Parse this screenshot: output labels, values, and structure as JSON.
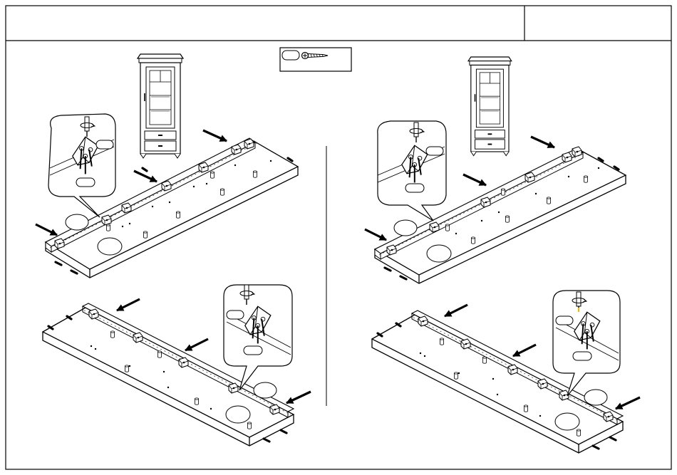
{
  "header": {
    "title": "",
    "step_number": ""
  },
  "part_callout": {
    "icon": "screw-icon",
    "quantity": ""
  },
  "steps": [
    {
      "name": "top-left",
      "balloon_label": "",
      "plank_labels": [
        "",
        ""
      ],
      "tool_icon": "screwdriver-icon"
    },
    {
      "name": "top-right",
      "balloon_label": "",
      "plank_labels": [
        "",
        ""
      ],
      "tool_icon": "screwdriver-icon"
    },
    {
      "name": "bottom-left",
      "balloon_label": "",
      "plank_labels": [
        "",
        ""
      ],
      "tool_icon": "screwdriver-icon"
    },
    {
      "name": "bottom-right",
      "balloon_label": "",
      "plank_labels": [
        "",
        ""
      ],
      "tool_icon": "screwdriver-icon"
    }
  ],
  "colors": {
    "line": "#000000",
    "background": "#ffffff",
    "accent": "#f2b800"
  }
}
